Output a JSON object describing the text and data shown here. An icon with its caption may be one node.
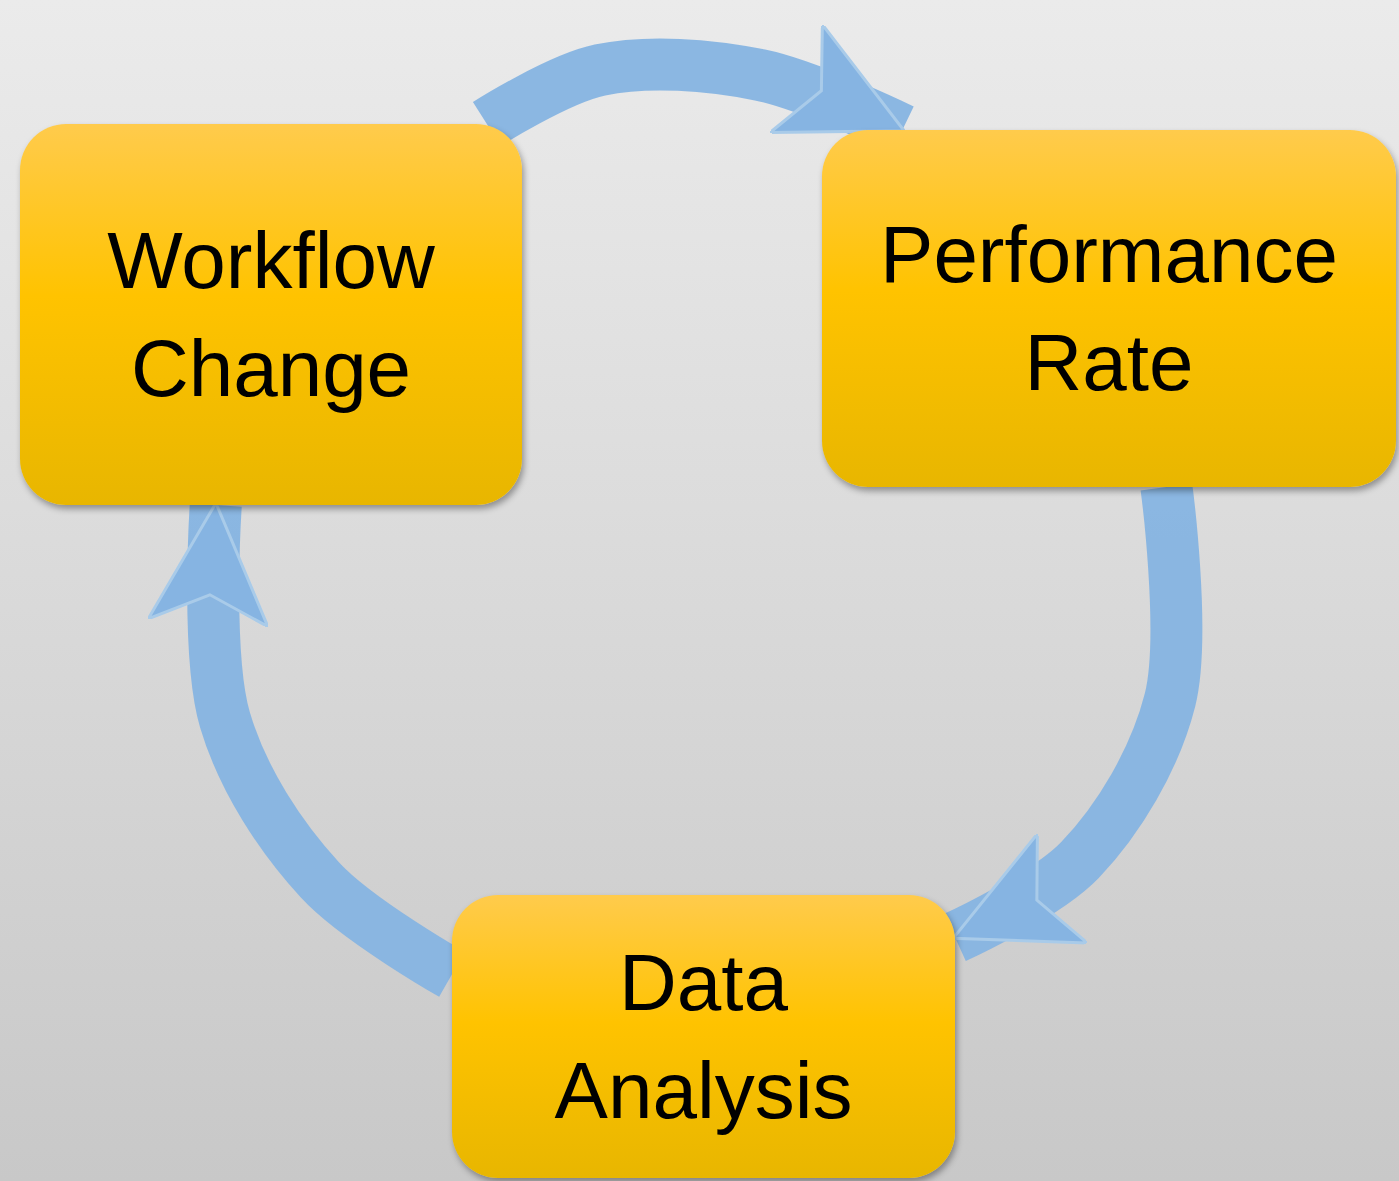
{
  "diagram": {
    "nodes": [
      {
        "text": [
          "Workflow Change"
        ]
      },
      {
        "text": [
          "Performance Rate"
        ]
      },
      {
        "text": [
          "Data Analysis"
        ]
      }
    ],
    "edges": [
      {
        "from": 0,
        "to": 1,
        "arrow": "to"
      },
      {
        "from": 1,
        "to": 2,
        "arrow": "to"
      },
      {
        "from": 2,
        "to": 0,
        "arrow": "to"
      }
    ]
  }
}
